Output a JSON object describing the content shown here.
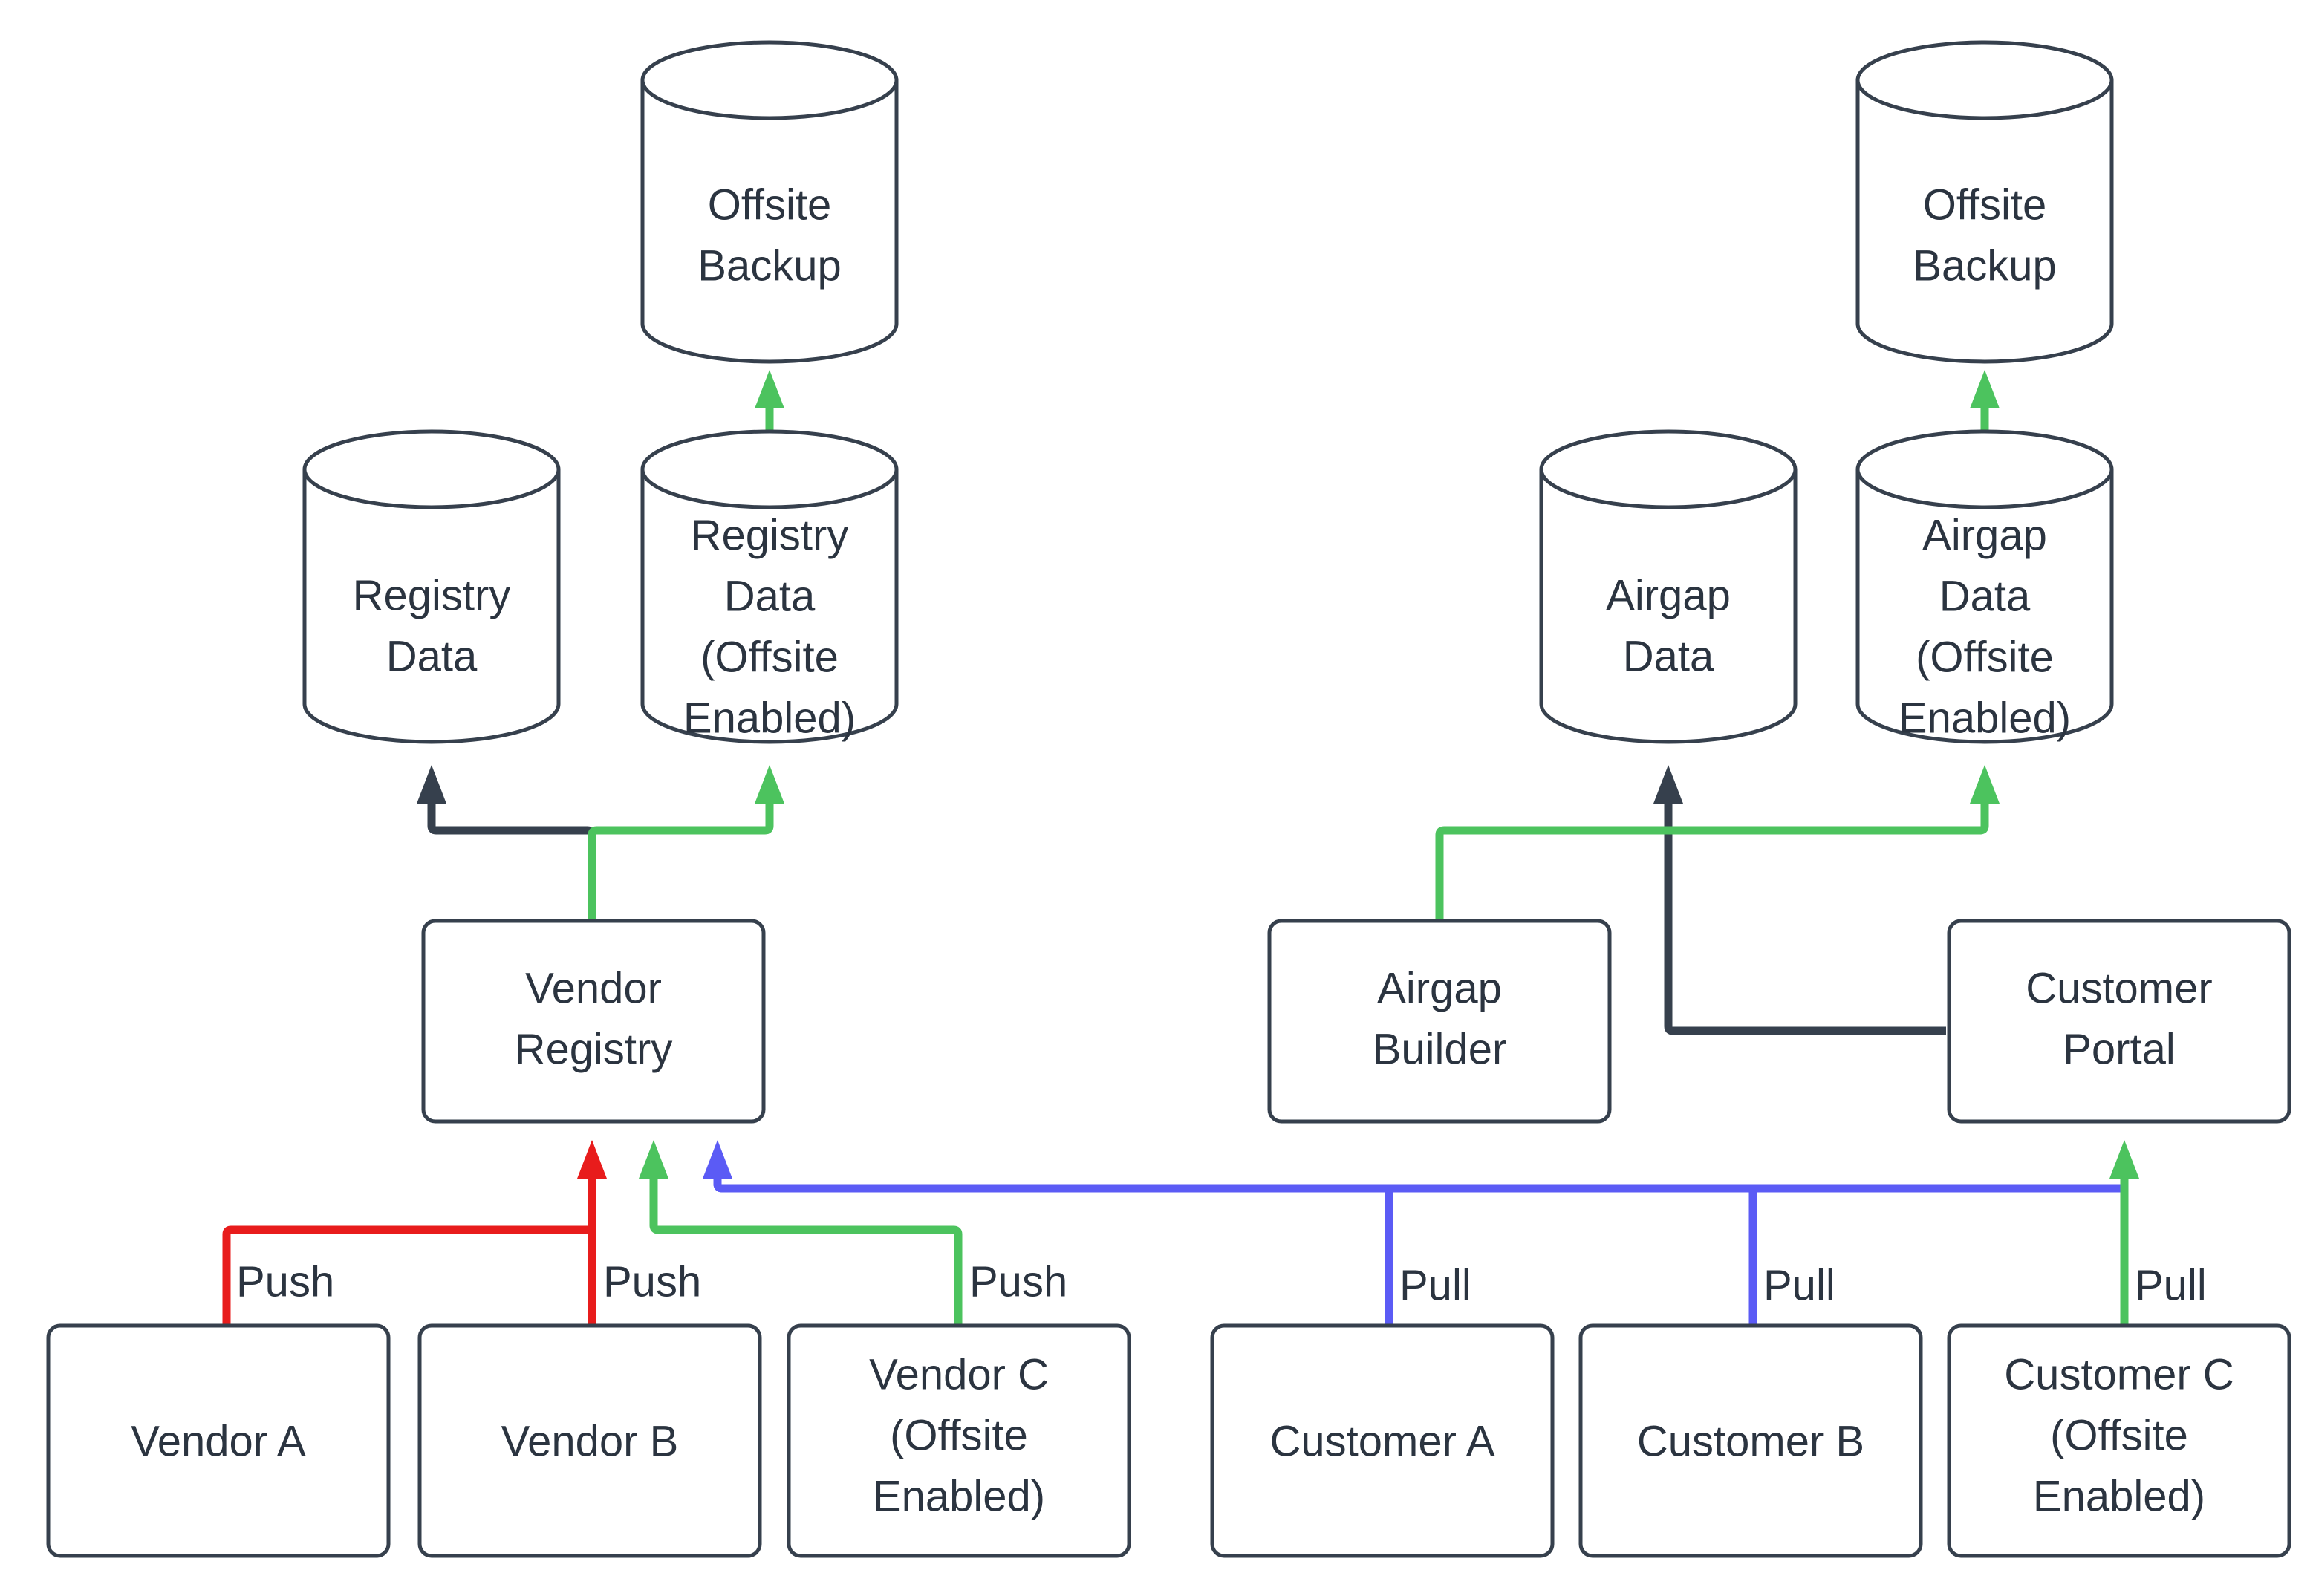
{
  "diagram": {
    "type": "flowchart",
    "background": "#ffffff",
    "colors": {
      "node_stroke": "#36404D",
      "node_fill": "#ffffff",
      "text": "#2B3440",
      "link_dark": "#36404D",
      "link_green": "#4CC35E",
      "link_red": "#E81C1C",
      "link_blue": "#5B5BF5"
    },
    "nodes": {
      "offsite_backup_left": {
        "label_line1": "Offsite",
        "label_line2": "Backup",
        "shape": "cylinder"
      },
      "offsite_backup_right": {
        "label_line1": "Offsite",
        "label_line2": "Backup",
        "shape": "cylinder"
      },
      "registry_data": {
        "label_line1": "Registry",
        "label_line2": "Data",
        "shape": "cylinder"
      },
      "registry_data_offsite": {
        "label_line1": "Registry",
        "label_line2": "Data",
        "label_line3": "(Offsite",
        "label_line4": "Enabled)",
        "shape": "cylinder"
      },
      "airgap_data": {
        "label_line1": "Airgap",
        "label_line2": "Data",
        "shape": "cylinder"
      },
      "airgap_data_offsite": {
        "label_line1": "Airgap",
        "label_line2": "Data",
        "label_line3": "(Offsite",
        "label_line4": "Enabled)",
        "shape": "cylinder"
      },
      "vendor_registry": {
        "label_line1": "Vendor",
        "label_line2": "Registry",
        "shape": "rounded-rect"
      },
      "airgap_builder": {
        "label_line1": "Airgap",
        "label_line2": "Builder",
        "shape": "rounded-rect"
      },
      "customer_portal": {
        "label_line1": "Customer",
        "label_line2": "Portal",
        "shape": "rounded-rect"
      },
      "vendor_a": {
        "label_line1": "Vendor A",
        "shape": "rounded-rect"
      },
      "vendor_b": {
        "label_line1": "Vendor B",
        "shape": "rounded-rect"
      },
      "vendor_c": {
        "label_line1": "Vendor C",
        "label_line2": "(Offsite",
        "label_line3": "Enabled)",
        "shape": "rounded-rect"
      },
      "customer_a": {
        "label_line1": "Customer A",
        "shape": "rounded-rect"
      },
      "customer_b": {
        "label_line1": "Customer B",
        "shape": "rounded-rect"
      },
      "customer_c": {
        "label_line1": "Customer C",
        "label_line2": "(Offsite",
        "label_line3": "Enabled)",
        "shape": "rounded-rect"
      }
    },
    "edge_labels": {
      "vendor_a_push": "Push",
      "vendor_b_push": "Push",
      "vendor_c_push": "Push",
      "customer_a_pull": "Pull",
      "customer_b_pull": "Pull",
      "customer_c_pull": "Pull"
    },
    "edges": [
      {
        "from": "registry_data_offsite",
        "to": "offsite_backup_left",
        "color": "#4CC35E",
        "label": ""
      },
      {
        "from": "airgap_data_offsite",
        "to": "offsite_backup_right",
        "color": "#4CC35E",
        "label": ""
      },
      {
        "from": "vendor_registry",
        "to": "registry_data",
        "color": "#36404D",
        "label": ""
      },
      {
        "from": "vendor_registry",
        "to": "registry_data_offsite",
        "color": "#4CC35E",
        "label": ""
      },
      {
        "from": "customer_portal",
        "to": "airgap_data",
        "color": "#36404D",
        "label": ""
      },
      {
        "from": "airgap_builder",
        "to": "airgap_data_offsite",
        "color": "#4CC35E",
        "label": ""
      },
      {
        "from": "vendor_a",
        "to": "vendor_registry",
        "color": "#E81C1C",
        "label": "Push"
      },
      {
        "from": "vendor_b",
        "to": "vendor_registry",
        "color": "#E81C1C",
        "label": "Push"
      },
      {
        "from": "vendor_c",
        "to": "vendor_registry",
        "color": "#4CC35E",
        "label": "Push"
      },
      {
        "from": "customer_a",
        "to": "vendor_registry",
        "color": "#5B5BF5",
        "label": "Pull"
      },
      {
        "from": "customer_b",
        "to": "vendor_registry",
        "color": "#5B5BF5",
        "label": "Pull"
      },
      {
        "from": "customer_c",
        "to": "customer_portal",
        "color": "#4CC35E",
        "label": "Pull"
      }
    ]
  }
}
